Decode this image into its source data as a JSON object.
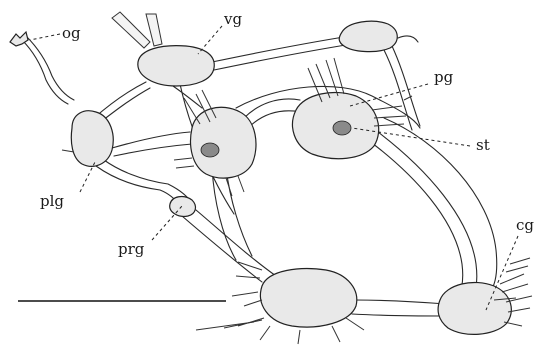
{
  "figure": {
    "labels": {
      "og": "og",
      "vg": "vg",
      "pg": "pg",
      "st": "st",
      "plg": "plg",
      "prg": "prg",
      "cg": "cg"
    }
  }
}
